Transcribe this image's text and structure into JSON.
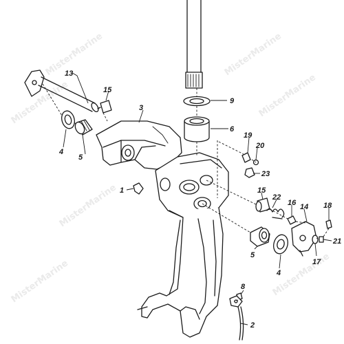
{
  "watermark": "MisterMarine",
  "callouts": [
    {
      "id": "c1",
      "label": "1"
    },
    {
      "id": "c2",
      "label": "2"
    },
    {
      "id": "c3",
      "label": "3"
    },
    {
      "id": "c4a",
      "label": "4"
    },
    {
      "id": "c4b",
      "label": "4"
    },
    {
      "id": "c5a",
      "label": "5"
    },
    {
      "id": "c5b",
      "label": "5"
    },
    {
      "id": "c6",
      "label": "6"
    },
    {
      "id": "c8",
      "label": "8"
    },
    {
      "id": "c9",
      "label": "9"
    },
    {
      "id": "c13",
      "label": "13"
    },
    {
      "id": "c14",
      "label": "14"
    },
    {
      "id": "c15a",
      "label": "15"
    },
    {
      "id": "c15b",
      "label": "15"
    },
    {
      "id": "c16",
      "label": "16"
    },
    {
      "id": "c17",
      "label": "17"
    },
    {
      "id": "c18",
      "label": "18"
    },
    {
      "id": "c19",
      "label": "19"
    },
    {
      "id": "c20",
      "label": "20"
    },
    {
      "id": "c21",
      "label": "21"
    },
    {
      "id": "c22",
      "label": "22"
    },
    {
      "id": "c23",
      "label": "23"
    }
  ]
}
